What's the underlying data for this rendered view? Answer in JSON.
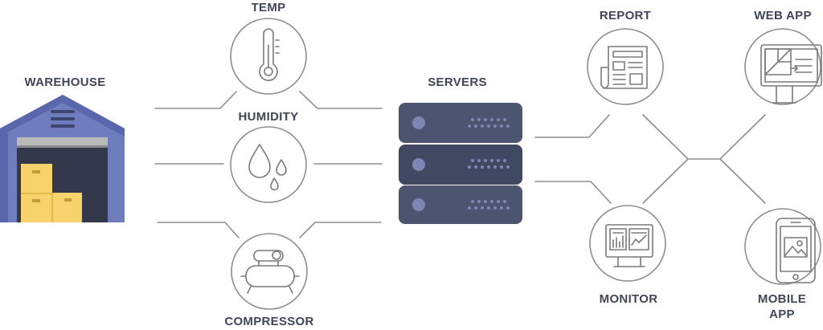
{
  "nodes": {
    "warehouse": {
      "label": "WAREHOUSE",
      "icon": "warehouse-icon"
    },
    "temp": {
      "label": "TEMP",
      "icon": "thermometer-icon"
    },
    "humidity": {
      "label": "HUMIDITY",
      "icon": "water-drops-icon"
    },
    "compressor": {
      "label": "COMPRESSOR",
      "icon": "compressor-icon"
    },
    "servers": {
      "label": "SERVERS",
      "icon": "server-rack-icon"
    },
    "report": {
      "label": "REPORT",
      "icon": "newspaper-icon"
    },
    "web_app": {
      "label": "WEB APP",
      "icon": "desktop-monitor-icon"
    },
    "monitor": {
      "label": "MONITOR",
      "icon": "dashboard-monitor-icon"
    },
    "mobile_app": {
      "label_line1": "MOBILE",
      "label_line2": "APP",
      "icon": "smartphone-icon"
    }
  },
  "colors": {
    "label_text": "#404656",
    "connector_line": "#8e8e8e",
    "server_dark": "#414862",
    "server_mid": "#4d5470",
    "server_dots": "#7e86b5",
    "warehouse_wall": "#6f7cbe",
    "warehouse_roof": "#5a67ad",
    "box_yellow": "#f7d26d"
  }
}
